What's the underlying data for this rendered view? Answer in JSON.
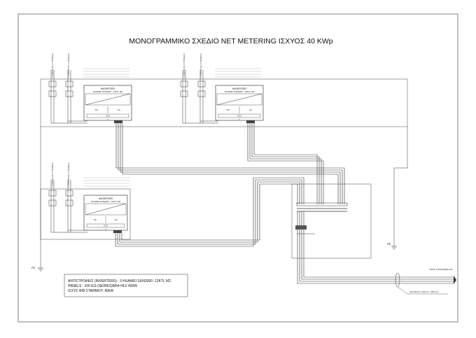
{
  "title": "ΜΟΝΟΓΡΑΜΜΙΚΟ ΣΧΕΔΙΟ NET METERING ΙΣΧΥΟΣ 40 KWp",
  "inverter_label": "INVERTER",
  "inverter_model": "HUAWEI SUN2000 - 12KTL M2",
  "dc_label": "DC",
  "ac_label": "AC",
  "string_label": "1 STRING OF 17 PANELS",
  "pe_label": "PE",
  "to_substation": "ΠΡΟΣ ΥΠΟΣΤΑΘΜΟ ΜΤ",
  "cable_label": "4x6+PE (3x 120mm² + 95mm²)",
  "notes": {
    "line1": "ΑΝΤΙΣΤΡΟΦΕΙΣ (INVERTERS) : 3 HUAWEI SUN2000 -12KTL M2",
    "line2": "PANELS : 100 EG-(SERIES)M54-HLV 400W",
    "line3": "ΙΣΧΥΣ Φ/Β ΣΤΑΘΜΟΥ: 40kW"
  }
}
